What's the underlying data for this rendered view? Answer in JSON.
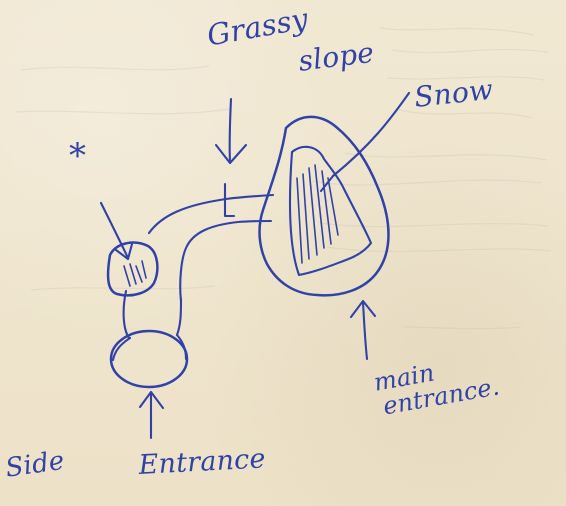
{
  "sketch": {
    "ink_color": "#3142a7",
    "paper_color": "#efe6cf",
    "labels": {
      "grassy": "Grassy",
      "slope": "slope",
      "snow": "Snow",
      "star": "*",
      "main_line1": "main",
      "main_line2": "entrance.",
      "side": "Side",
      "entrance": "Entrance"
    }
  }
}
